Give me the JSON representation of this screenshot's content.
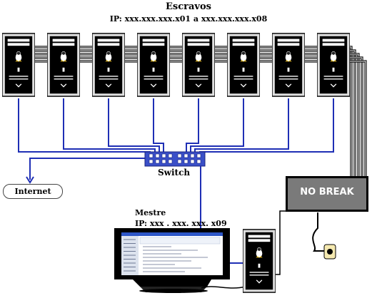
{
  "title": "Escravos",
  "slaves": {
    "ip_range": "IP: xxx.xxx.xxx.x01 a xxx.xxx.xxx.x08",
    "count": 8
  },
  "switch": {
    "label": "Switch"
  },
  "internet": {
    "label": "Internet"
  },
  "master": {
    "title": "Mestre",
    "ip": "IP: xxx . xxx. xxx. x09"
  },
  "ups": {
    "label": "NO BREAK"
  },
  "colors": {
    "network_cable": "#1f2fb5",
    "power_cable": "#000000",
    "switch_body": "#3a4fc8",
    "ups_body": "#7a7a7a",
    "tower_body": "#000000"
  },
  "icons": [
    "tower-computer-icon",
    "tux-penguin-icon",
    "switch-icon",
    "ups-icon",
    "monitor-icon",
    "power-outlet-icon"
  ]
}
